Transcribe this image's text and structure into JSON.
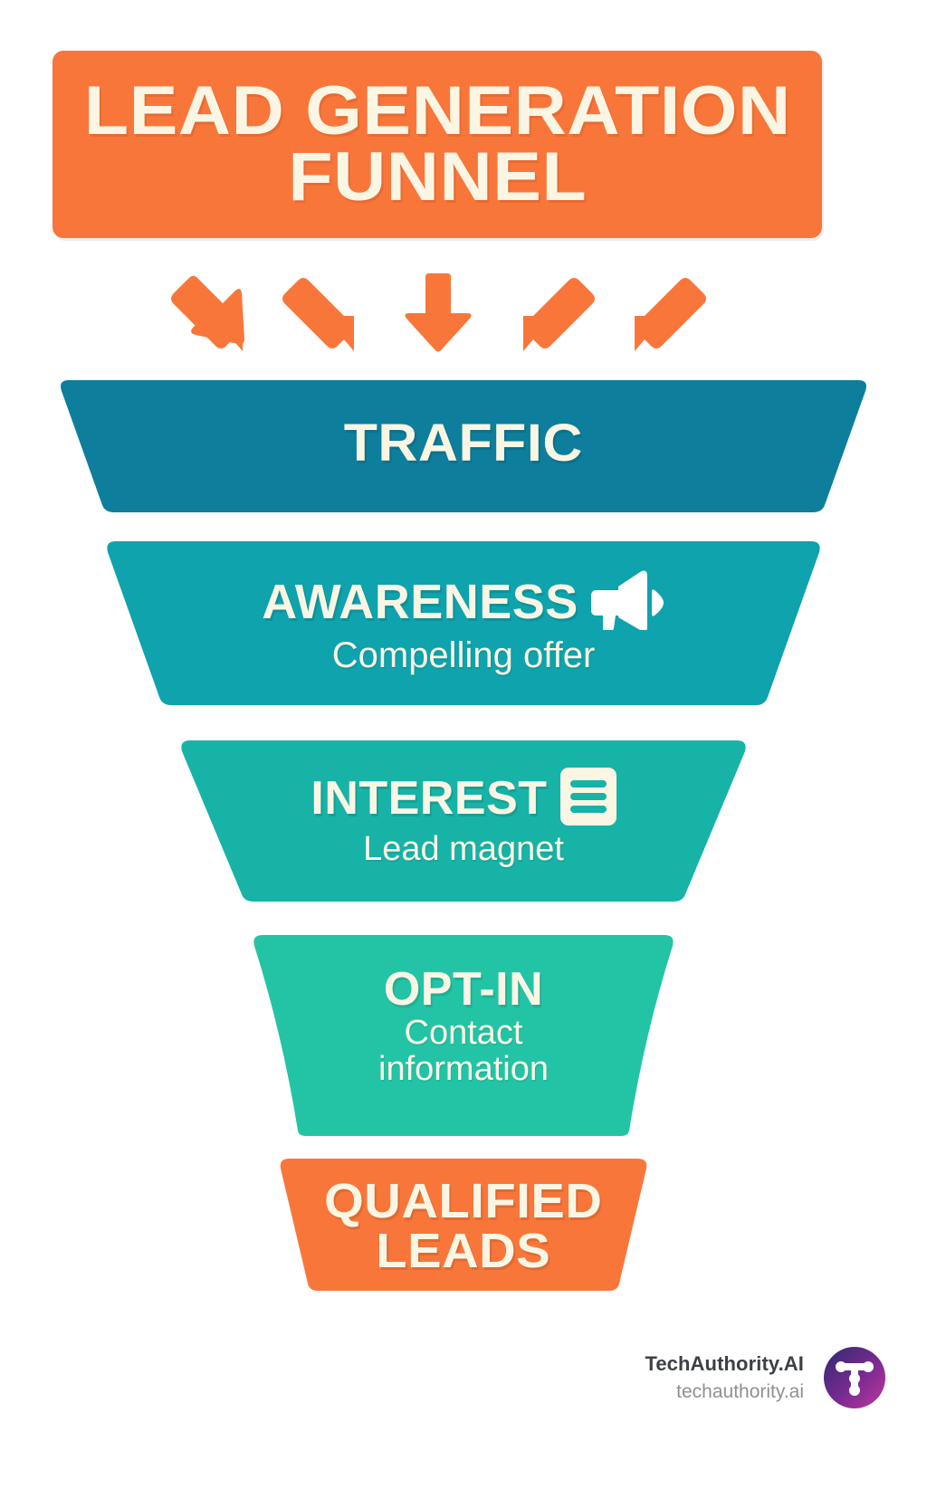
{
  "title": {
    "line1": "LEAD GENERATION",
    "line2": "FUNNEL",
    "full": "LEAD GENERATION\nFUNNEL"
  },
  "arrows": {
    "count": 5,
    "directions": [
      "down-right",
      "down-right",
      "down",
      "down-left",
      "down-left"
    ],
    "color": "#f9763a"
  },
  "funnel": {
    "stages": [
      {
        "key": "traffic",
        "title": "TRAFFIC",
        "subtitle": "",
        "icon": "",
        "color": "#0d7e9b",
        "top_width": 850,
        "bottom_width": 720
      },
      {
        "key": "awareness",
        "title": "AWARENESS",
        "subtitle": "Compelling offer",
        "icon": "megaphone-icon",
        "color": "#0ea3ad",
        "top_width": 730,
        "bottom_width": 600
      },
      {
        "key": "interest",
        "title": "INTEREST",
        "subtitle": "Lead magnet",
        "icon": "document-list-icon",
        "color": "#17b3a6",
        "top_width": 590,
        "bottom_width": 440
      },
      {
        "key": "optin",
        "title": "OPT-IN",
        "subtitle": "Contact\ninformation",
        "icon": "",
        "color": "#23c4a6",
        "top_width": 440,
        "bottom_width": 380
      },
      {
        "key": "qualified",
        "title": "QUALIFIED\nLEADS",
        "subtitle": "",
        "icon": "",
        "color": "#f9763a",
        "top_width": 400,
        "bottom_width": 330
      }
    ]
  },
  "footer": {
    "brand_name": "TechAuthority.AI",
    "brand_url": "techauthority.ai",
    "logo": "techauthority-t-logo-icon",
    "logo_gradient_start": "#2e2a6e",
    "logo_gradient_end": "#b5349a"
  },
  "colors": {
    "background": "#ffffff",
    "accent_orange": "#f9763a",
    "cream": "#fbf6e4",
    "text_dark": "#3d4045",
    "text_muted": "#8e9094"
  }
}
